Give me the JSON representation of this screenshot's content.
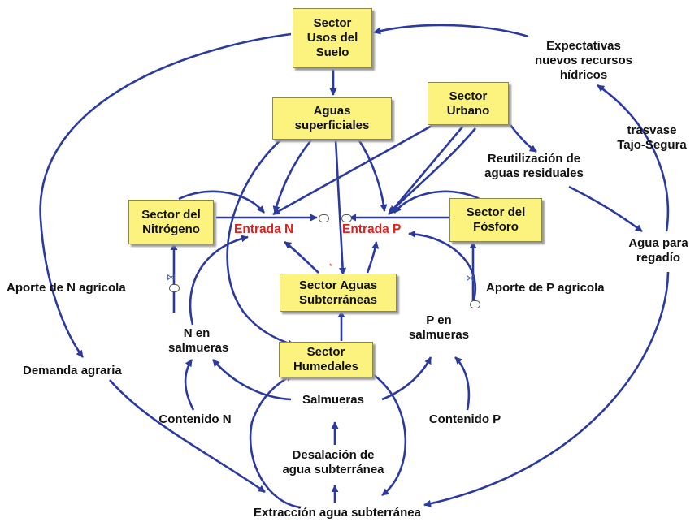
{
  "colors": {
    "arrow": "#2b3aa0",
    "box_fill": "#fbf37e",
    "rate_text": "#e0201c"
  },
  "boxes": {
    "usos_suelo": "Sector\nUsos del\nSuelo",
    "aguas_superficiales": "Aguas\nsuperficiales",
    "sector_urbano": "Sector\nUrbano",
    "sector_nitrogeno": "Sector del\nNitrógeno",
    "sector_fosforo": "Sector del\nFósforo",
    "aguas_subterraneas": "Sector Aguas\nSubterráneas",
    "humedales": "Sector\nHumedales"
  },
  "rates": {
    "entrada_n": "Entrada N",
    "entrada_p": "Entrada P"
  },
  "labels": {
    "expectativas": "Expectativas\nnuevos recursos\nhídricos",
    "trasvase": "trasvase\nTajo-Segura",
    "reutilizacion": "Reutilización de\naguas residuales",
    "agua_regadio": "Agua para\nregadío",
    "aporte_n": "Aporte de N agrícola",
    "aporte_p": "Aporte de P agrícola",
    "n_salmueras": "N en\nsalmueras",
    "p_salmueras": "P en\nsalmueras",
    "demanda_agraria": "Demanda agraria",
    "salmueras": "Salmueras",
    "contenido_n": "Contenido N",
    "contenido_p": "Contenido P",
    "desalacion": "Desalación de\nagua subterránea",
    "extraccion": "Extracción agua subterránea"
  },
  "icons": {
    "valve": "valve-icon",
    "cloud": "cloud-sink-icon",
    "arrowhead": "arrowhead-icon"
  }
}
